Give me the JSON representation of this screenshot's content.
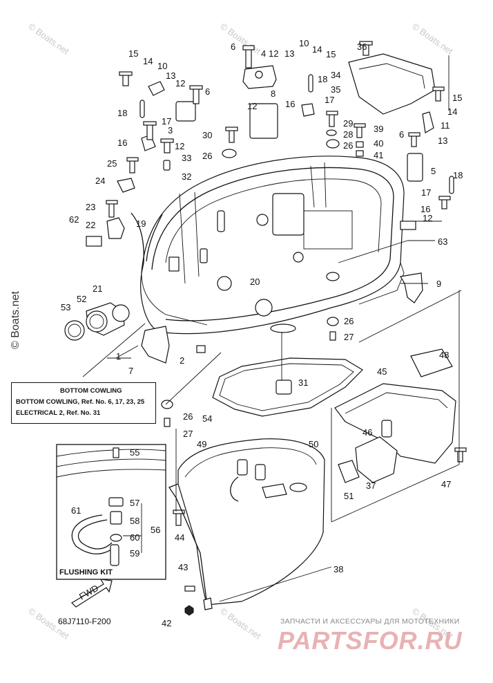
{
  "note_box": {
    "title": "BOTTOM COWLING",
    "line1": "BOTTOM COWLING,  Ref. No. 6, 17, 23, 25",
    "line2": "ELECTRICAL 2,  Ref. No. 31"
  },
  "flushing_kit_label": "FLUSHING KIT",
  "fwd_label": "FWD",
  "diagram_code": "68J7110-F200",
  "copyright_text": "© Boats.net",
  "watermark_text": "© Boats.net",
  "shop": {
    "tagline": "ЗАПЧАСТИ И АКСЕССУАРЫ ДЛЯ МОТОТЕХНИКИ",
    "logo": "PARTSFOR.RU"
  },
  "callouts": [
    "1",
    "2",
    "3",
    "4",
    "5",
    "6",
    "6",
    "6",
    "7",
    "8",
    "9",
    "10",
    "10",
    "11",
    "12",
    "12",
    "12",
    "12",
    "12",
    "13",
    "13",
    "13",
    "14",
    "14",
    "14",
    "15",
    "15",
    "15",
    "16",
    "16",
    "16",
    "17",
    "17",
    "17",
    "18",
    "18",
    "18",
    "19",
    "20",
    "21",
    "22",
    "23",
    "24",
    "25",
    "26",
    "26",
    "26",
    "26",
    "27",
    "27",
    "28",
    "29",
    "30",
    "31",
    "32",
    "33",
    "34",
    "35",
    "36",
    "37",
    "38",
    "39",
    "40",
    "41",
    "42",
    "43",
    "44",
    "45",
    "46",
    "47",
    "48",
    "49",
    "50",
    "51",
    "52",
    "53",
    "54",
    "55",
    "56",
    "57",
    "58",
    "59",
    "60",
    "61",
    "62",
    "63"
  ]
}
